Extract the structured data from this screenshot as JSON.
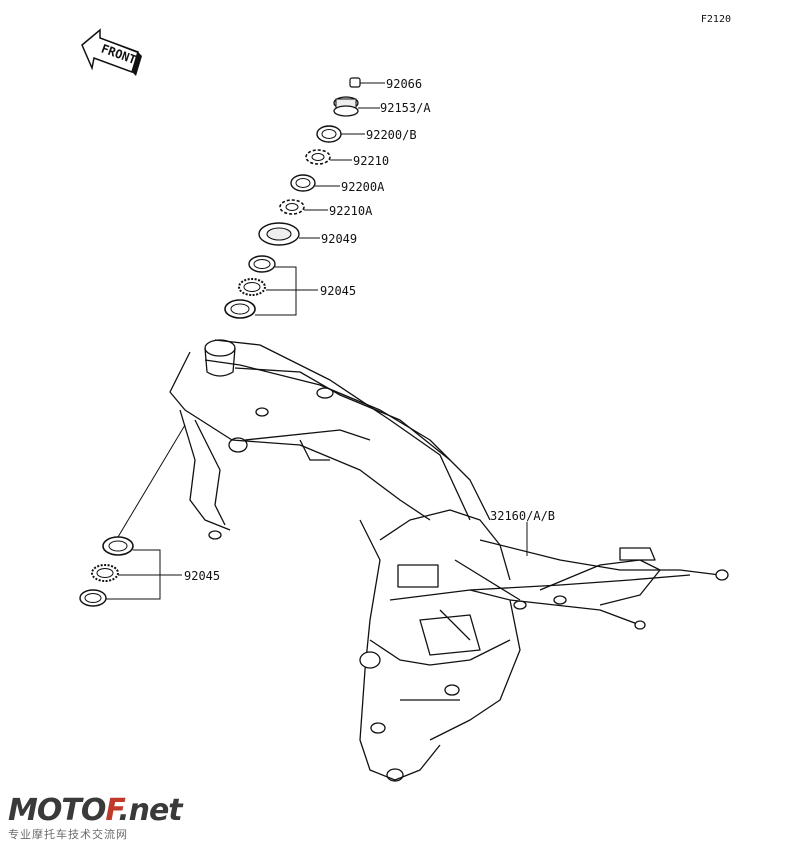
{
  "diagram_code": "F2120",
  "front_arrow_label": "FRONT",
  "parts": [
    {
      "number": "92066"
    },
    {
      "number": "92153/A"
    },
    {
      "number": "92200/B"
    },
    {
      "number": "92210"
    },
    {
      "number": "92200A"
    },
    {
      "number": "92210A"
    },
    {
      "number": "92049"
    },
    {
      "number": "92045"
    },
    {
      "number": "92045"
    },
    {
      "number": "32160/A/B"
    }
  ],
  "watermark": {
    "brand_prefix": "MOTO",
    "brand_suffix": "F",
    "domain": ".net",
    "tagline": "专业摩托车技术交流网"
  },
  "colors": {
    "ink": "#111111",
    "watermark_gray": "#3a3a3a",
    "watermark_red": "#c0392b"
  }
}
